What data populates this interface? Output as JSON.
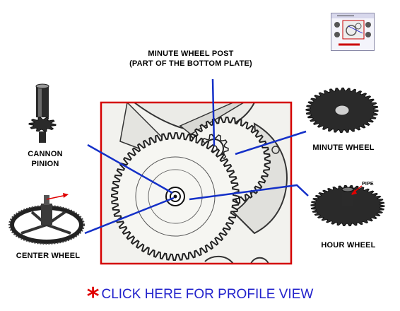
{
  "labels": {
    "minute_wheel_post_line1": "MINUTE WHEEL POST",
    "minute_wheel_post_line2": "(PART OF THE BOTTOM PLATE)",
    "cannon_pinion_line1": "CANNON",
    "cannon_pinion_line2": "PINION",
    "minute_wheel": "MINUTE WHEEL",
    "center_wheel": "CENTER WHEEL",
    "hour_wheel": "HOUR WHEEL",
    "pipe": "PIPE"
  },
  "link": {
    "star": "*",
    "text": "CLICK HERE FOR PROFILE VIEW"
  },
  "colors": {
    "frame": "#d40000",
    "pointer_lines": "#1430c8",
    "link_text": "#2222cc",
    "star": "#e00000"
  }
}
